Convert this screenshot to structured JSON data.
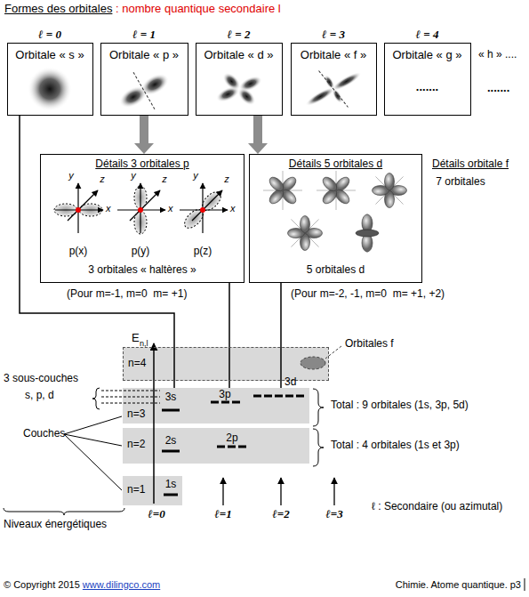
{
  "diagram": {
    "title": "Formes des orbitales",
    "nodes": [
      {
        "text": [
          "ℓ = 0",
          "Orbitale « s »"
        ]
      },
      {
        "text": [
          "ℓ = 1",
          "Orbitale « p »"
        ]
      },
      {
        "text": [
          "ℓ = 2",
          "Orbitale « d »"
        ]
      },
      {
        "text": [
          "ℓ = 3",
          "Orbitale « f »"
        ]
      },
      {
        "text": [
          "ℓ = 4",
          "Orbitale « g »",
          "......."
        ]
      },
      {
        "text": [
          "Détails 3 orbitales p",
          "p(x)",
          "p(y)",
          "p(z)",
          "3 orbitales « haltères »"
        ]
      },
      {
        "text": [
          "Détails 5 orbitales d",
          "5 orbitales d"
        ]
      },
      {
        "text": [
          "n=4"
        ]
      },
      {
        "text": [
          "n=3"
        ]
      },
      {
        "text": [
          "n=2"
        ]
      },
      {
        "text": [
          "n=1"
        ]
      }
    ],
    "edges": [
      {
        "from": 0,
        "to": 8,
        "arrow": "none"
      },
      {
        "from": 1,
        "to": 5,
        "arrow": "to"
      },
      {
        "from": 2,
        "to": 6,
        "arrow": "to"
      },
      {
        "from": 5,
        "to": 8,
        "arrow": "none"
      },
      {
        "from": 6,
        "to": 8,
        "arrow": "none"
      }
    ],
    "labels": [
      " : nombre quantique secondaire l",
      "« h » ....",
      ".......",
      "y",
      "z",
      "x",
      "y",
      "z",
      "x",
      "y",
      "z",
      "x",
      "Détails orbitale f",
      "7 orbitales",
      "(Pour m=-1, m=0  m= +1)",
      "(Pour m=-2, -1, m=0  m= +1, +2)",
      "Orbitales f",
      "E",
      "n,l",
      "3s",
      "3p",
      "3d",
      "2s",
      "2p",
      "1s",
      "3 sous-couches",
      "s, p, d",
      "Couches",
      "Total : 9 orbitales (1s, 3p, 5d)",
      "Total : 4 orbitales (1s et 3p)",
      "ℓ=0",
      "ℓ=1",
      "ℓ=2",
      "ℓ=3",
      "ℓ : Secondaire (ou azimutal)",
      "Niveaux énergétiques",
      "© Copyright 2015 ",
      "www.dilingco.com",
      "Chimie. Atome quantique. p3"
    ]
  }
}
